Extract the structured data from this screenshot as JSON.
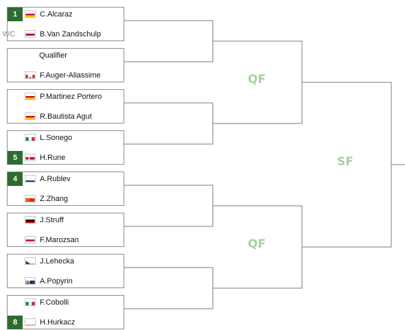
{
  "matches": [
    {
      "top": {
        "seed": "1",
        "flag": "spain",
        "name": "C.Alcaraz"
      },
      "bottom": {
        "entry": "WC",
        "flag": "netherlands",
        "name": "B.Van Zandschulp"
      }
    },
    {
      "top": {
        "name": "Qualifier"
      },
      "bottom": {
        "flag": "canada",
        "name": "F.Auger-Aliassime"
      }
    },
    {
      "top": {
        "flag": "spain",
        "name": "P.Martinez Portero"
      },
      "bottom": {
        "flag": "spain",
        "name": "R.Bautista Agut"
      }
    },
    {
      "top": {
        "flag": "italy",
        "name": "L.Sonego"
      },
      "bottom": {
        "seed": "5",
        "flag": "denmark",
        "name": "H.Rune"
      }
    },
    {
      "top": {
        "seed": "4",
        "flag": "russia",
        "name": "A.Rublev"
      },
      "bottom": {
        "flag": "china",
        "name": "Z.Zhang"
      }
    },
    {
      "top": {
        "flag": "germany",
        "name": "J.Struff"
      },
      "bottom": {
        "flag": "hungary",
        "name": "F.Marozsan"
      }
    },
    {
      "top": {
        "flag": "czechia",
        "name": "J.Lehecka"
      },
      "bottom": {
        "flag": "australia",
        "name": "A.Popyrin"
      }
    },
    {
      "top": {
        "flag": "italy",
        "name": "F.Cobolli"
      },
      "bottom": {
        "seed": "8",
        "flag": "poland",
        "name": "H.Hurkacz"
      }
    }
  ],
  "rounds": {
    "qf_top": "QF",
    "qf_bottom": "QF",
    "sf": "SF"
  },
  "colors": {
    "seed_bg": "#2f6b2f",
    "round_label": "#a9cfa0",
    "line": "#7a7a7a"
  }
}
